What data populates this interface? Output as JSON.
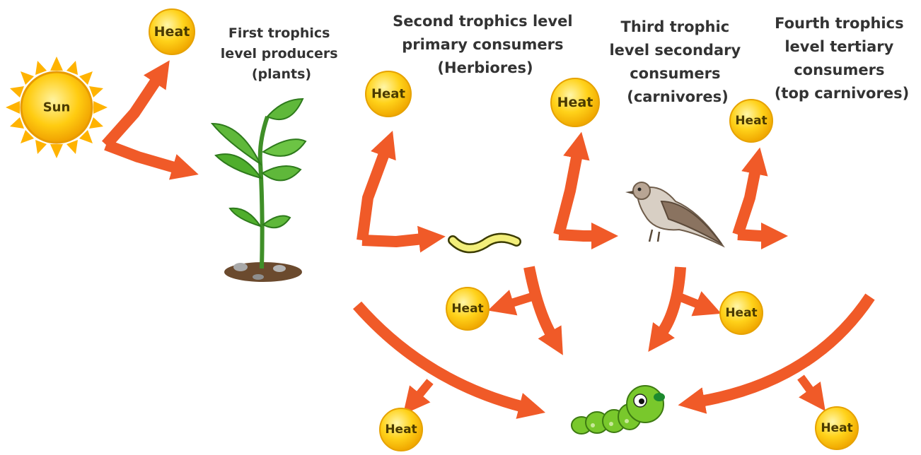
{
  "sun_label": "Sun",
  "heat_label": "Heat",
  "levels": [
    {
      "lines": [
        "First trophics",
        "level producers",
        "(plants)"
      ]
    },
    {
      "lines": [
        "Second trophics level",
        "primary consumers",
        "(Herbiores)"
      ]
    },
    {
      "lines": [
        "Third trophic",
        "level secondary",
        "consumers",
        "(carnivores)"
      ]
    },
    {
      "lines": [
        "Fourth trophics",
        "level tertiary",
        "consumers",
        "(top carnivores)"
      ]
    }
  ],
  "colors": {
    "arrow": "#f05a28",
    "heat_fill": "#ffd21a",
    "sun_fill": "#ffcc11",
    "plant_green": "#4caf2a",
    "caterpillar_green": "#79c82c",
    "bird_brown": "#8a7360"
  },
  "icons": [
    "sun-icon",
    "plant-icon",
    "worm-icon",
    "bird-icon",
    "caterpillar-icon"
  ]
}
